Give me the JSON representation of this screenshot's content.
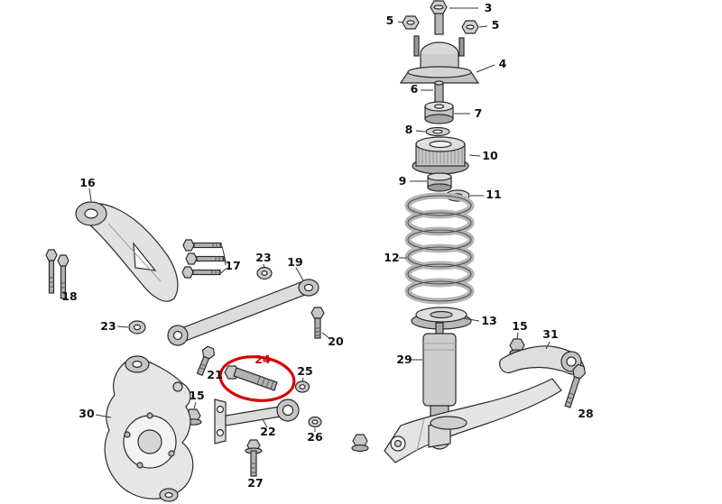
{
  "diagram": {
    "type": "exploded-parts-diagram",
    "background_color": "#ffffff",
    "line_color": "#2b2b2b",
    "label_color": "#111111",
    "highlight_color": "#d40000",
    "highlighted_part": "24",
    "labels": {
      "n3": "3",
      "n4": "4",
      "n5a": "5",
      "n5b": "5",
      "n6": "6",
      "n7": "7",
      "n8": "8",
      "n9": "9",
      "n10": "10",
      "n11": "11",
      "n12": "12",
      "n13": "13",
      "n15a": "15",
      "n15b": "15",
      "n16": "16",
      "n17": "17",
      "n18": "18",
      "n19": "19",
      "n20": "20",
      "n21": "21",
      "n22": "22",
      "n23a": "23",
      "n23b": "23",
      "n24": "24",
      "n25": "25",
      "n26": "26",
      "n27": "27",
      "n28": "28",
      "n29": "29",
      "n30": "30",
      "n31": "31"
    }
  }
}
